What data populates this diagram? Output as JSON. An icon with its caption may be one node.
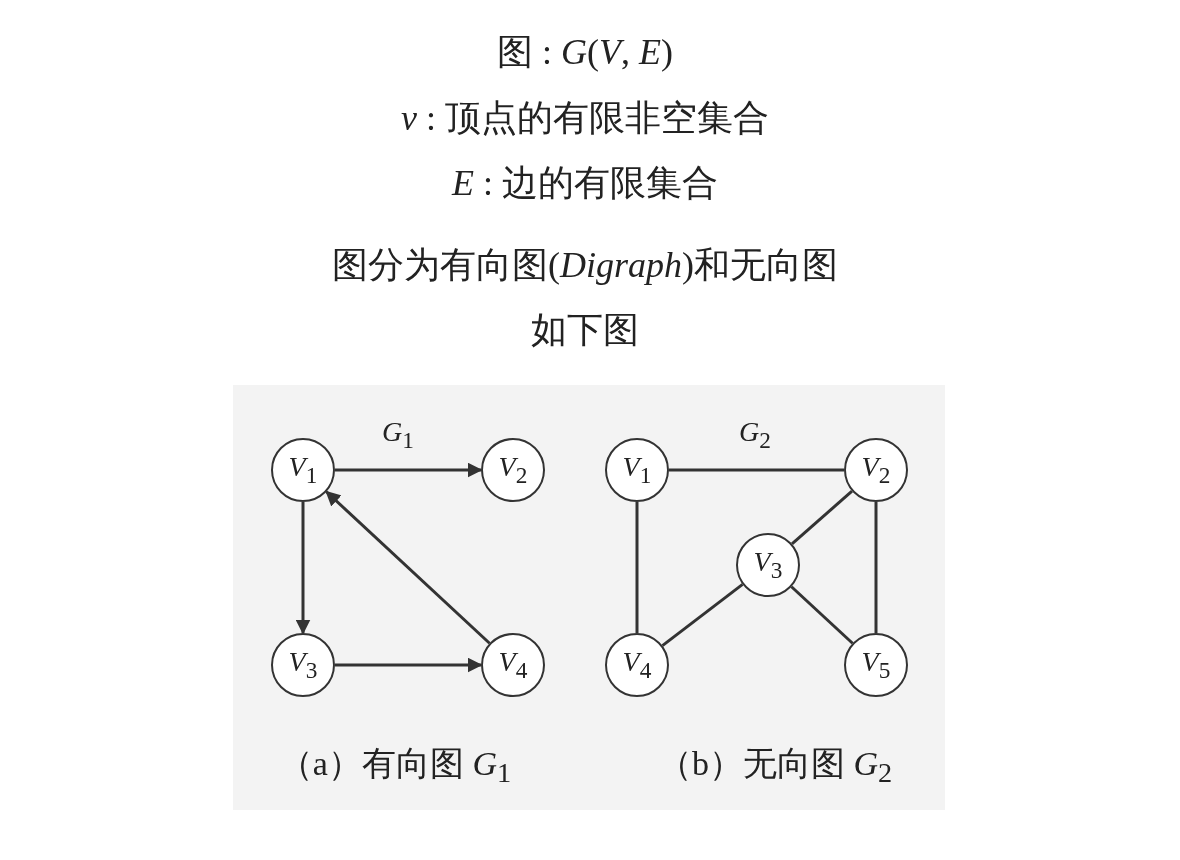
{
  "diagram": {
    "nodes": [
      {
        "text": [
          "*V*$_{1}$"
        ]
      },
      {
        "text": [
          "*V*$_{2}$"
        ]
      },
      {
        "text": [
          "*V*$_{3}$"
        ]
      },
      {
        "text": [
          "*V*$_{4}$"
        ]
      },
      {
        "text": [
          "*V*$_{1}$"
        ]
      },
      {
        "text": [
          "*V*$_{2}$"
        ]
      },
      {
        "text": [
          "*V*$_{3}$"
        ]
      },
      {
        "text": [
          "*V*$_{4}$"
        ]
      },
      {
        "text": [
          "*V*$_{5}$"
        ]
      }
    ],
    "edges": [
      {
        "from": 0,
        "to": 1,
        "arrow": "to"
      },
      {
        "from": 0,
        "to": 2,
        "arrow": "to"
      },
      {
        "from": 2,
        "to": 3,
        "arrow": "to"
      },
      {
        "from": 3,
        "to": 0,
        "arrow": "to"
      },
      {
        "from": 4,
        "to": 5,
        "arrow": "none"
      },
      {
        "from": 4,
        "to": 7,
        "arrow": "none"
      },
      {
        "from": 5,
        "to": 6,
        "arrow": "none"
      },
      {
        "from": 5,
        "to": 8,
        "arrow": "none"
      },
      {
        "from": 6,
        "to": 7,
        "arrow": "none"
      },
      {
        "from": 6,
        "to": 8,
        "arrow": "none"
      }
    ],
    "labels": [
      "图 : *G*(*V*, *E*)",
      "*v* : 顶点的有限非空集合",
      "*E* : 边的有限集合",
      "图分为有向图(*Digraph*)和无向图",
      "如下图",
      "*G*$_{1}$",
      "*G*$_{2}$",
      "（a）有向图 *G*$_{1}$",
      "（b）无向图 *G*$_{2}$"
    ]
  }
}
